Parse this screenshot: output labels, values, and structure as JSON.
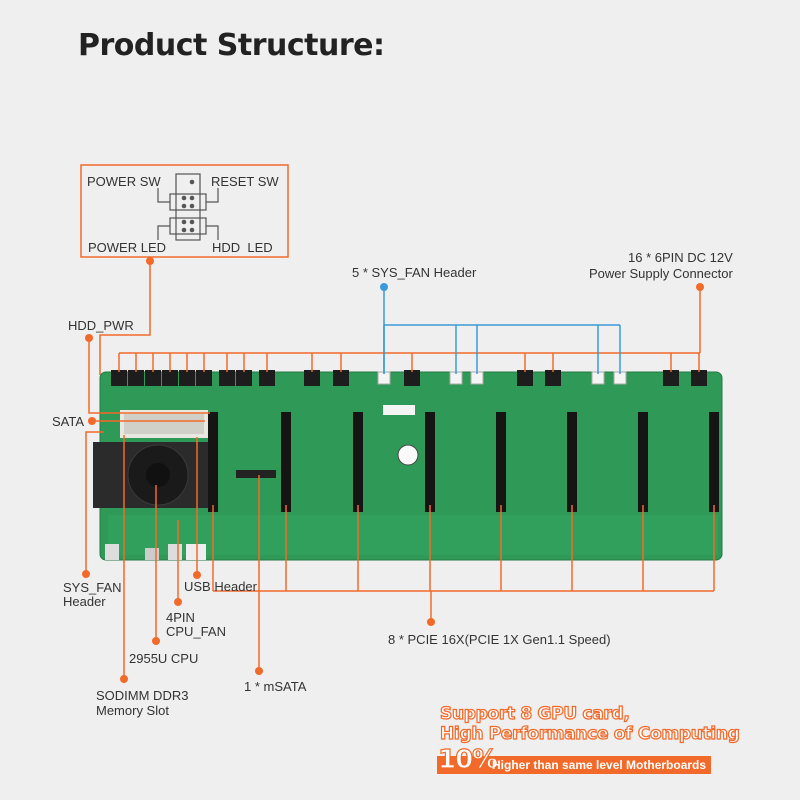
{
  "title": "Product Structure:",
  "colors": {
    "accent": "#f26a2a",
    "fan_line": "#3a9ad9",
    "board": "#2f9a57"
  },
  "front_panel": {
    "power_sw": "POWER SW",
    "reset_sw": "RESET SW",
    "power_led": "POWER LED",
    "hdd_led": "HDD  LED"
  },
  "labels": {
    "sys_fan_top": "5 * SYS_FAN Header",
    "power_conn_line1": "16 * 6PIN DC 12V",
    "power_conn_line2": "Power Supply Connector",
    "hdd_pwr": "HDD_PWR",
    "sata": "SATA",
    "sys_fan_line1": "SYS_FAN",
    "sys_fan_line2": "Header",
    "usb_header": "USB Header",
    "cpu_fan_line1": "4PIN",
    "cpu_fan_line2": "CPU_FAN",
    "cpu": "2955U CPU",
    "mem_line1": "SODIMM DDR3",
    "mem_line2": "Memory Slot",
    "msata": "1 * mSATA",
    "pcie": "8 * PCIE 16X(PCIE 1X Gen1.1 Speed)"
  },
  "promo": {
    "line1": "Support 8 GPU card,",
    "line2": "High Performance of Computing",
    "percent": "10%",
    "sub": "Higher than same level Motherboards"
  }
}
